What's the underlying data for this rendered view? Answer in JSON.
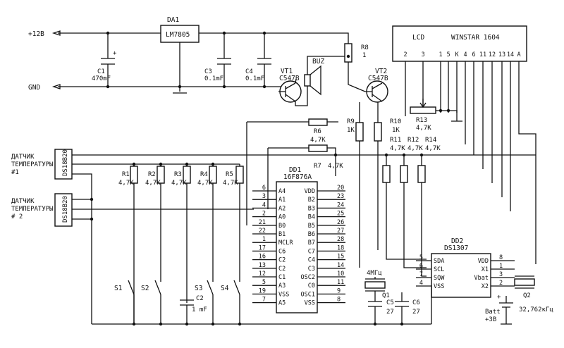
{
  "rails": {
    "vin": "+12В",
    "gnd": "GND"
  },
  "regulator": {
    "ref": "DA1",
    "part": "LM7805"
  },
  "caps": {
    "c1": {
      "ref": "C1",
      "value": "470mF",
      "plus": "+"
    },
    "c3": {
      "ref": "C3",
      "value": "0.1mF"
    },
    "c4": {
      "ref": "C4",
      "value": "0.1mF"
    },
    "c2": {
      "ref": "C2",
      "value": "1 mF"
    },
    "c5": {
      "ref": "C5",
      "value": "27"
    },
    "c6": {
      "ref": "C6",
      "value": "27"
    }
  },
  "buzzer": {
    "ref": "BUZ"
  },
  "transistors": {
    "vt1": {
      "ref": "VT1",
      "part": "C547B"
    },
    "vt2": {
      "ref": "VT2",
      "part": "C547B"
    }
  },
  "resistors": {
    "r8": {
      "ref": "R8",
      "value": "1"
    },
    "r1": {
      "ref": "R1",
      "value": "4,7K"
    },
    "r2": {
      "ref": "R2",
      "value": "4,7K"
    },
    "r3": {
      "ref": "R3",
      "value": "4,7K"
    },
    "r4": {
      "ref": "R4",
      "value": "4,7K"
    },
    "r5": {
      "ref": "R5",
      "value": "4,7K"
    },
    "r6": {
      "ref": "R6",
      "value": "4,7K"
    },
    "r7": {
      "ref": "R7",
      "value": "4,7K"
    },
    "r9": {
      "ref": "R9",
      "value": "1K"
    },
    "r10": {
      "ref": "R10",
      "value": "1K"
    },
    "r11": {
      "ref": "R11",
      "value": "4,7K"
    },
    "r12": {
      "ref": "R12",
      "value": "4,7K"
    },
    "r13": {
      "ref": "R13",
      "value": "4,7K"
    },
    "r14": {
      "ref": "R14",
      "value": "4,7K"
    }
  },
  "lcd": {
    "label": "LCD",
    "model": "WINSTAR 1604",
    "pins": [
      "2",
      "3",
      "1",
      "5",
      "K",
      "4",
      "6",
      "11",
      "12",
      "13",
      "14",
      "A"
    ]
  },
  "sensors": [
    {
      "label1": "ДАТЧИК",
      "label2": "ТЕМПЕРАТУРЫ",
      "label3": "#1",
      "part": "DS18B20"
    },
    {
      "label1": "ДАТЧИК",
      "label2": "ТЕМПЕРАТУРЫ",
      "label3": "# 2",
      "part": "DS18B20"
    }
  ],
  "mcu": {
    "ref": "DD1",
    "part": "16F876A",
    "left_pins": [
      {
        "num": "6",
        "name": "A4"
      },
      {
        "num": "3",
        "name": "A1"
      },
      {
        "num": "4",
        "name": "A2"
      },
      {
        "num": "2",
        "name": "A0"
      },
      {
        "num": "21",
        "name": "B0"
      },
      {
        "num": "22",
        "name": "B1"
      },
      {
        "num": "1",
        "name": "MCLR"
      },
      {
        "num": "17",
        "name": "C6"
      },
      {
        "num": "16",
        "name": "C2"
      },
      {
        "num": "13",
        "name": "C2"
      },
      {
        "num": "12",
        "name": "C1"
      },
      {
        "num": "5",
        "name": "A3"
      },
      {
        "num": "19",
        "name": "VSS"
      },
      {
        "num": "7",
        "name": "A5"
      }
    ],
    "right_pins": [
      {
        "num": "20",
        "name": "VDD"
      },
      {
        "num": "23",
        "name": "B2"
      },
      {
        "num": "24",
        "name": "B3"
      },
      {
        "num": "25",
        "name": "B4"
      },
      {
        "num": "26",
        "name": "B5"
      },
      {
        "num": "27",
        "name": "B6"
      },
      {
        "num": "28",
        "name": "B7"
      },
      {
        "num": "18",
        "name": "C7"
      },
      {
        "num": "15",
        "name": "C4"
      },
      {
        "num": "14",
        "name": "C3"
      },
      {
        "num": "10",
        "name": "OSC2"
      },
      {
        "num": "11",
        "name": "C0"
      },
      {
        "num": "9",
        "name": "OSC1"
      },
      {
        "num": "8",
        "name": "VSS"
      }
    ]
  },
  "rtc": {
    "ref": "DD2",
    "part": "DS1307",
    "left_pins": [
      {
        "num": "5",
        "name": "SDA"
      },
      {
        "num": "6",
        "name": "SCL"
      },
      {
        "num": "7",
        "name": "SQW"
      },
      {
        "num": "4",
        "name": "VSS"
      }
    ],
    "right_pins": [
      {
        "num": "8",
        "name": "VDD"
      },
      {
        "num": "1",
        "name": "X1"
      },
      {
        "num": "3",
        "name": "Vbat"
      },
      {
        "num": "2",
        "name": "X2"
      }
    ]
  },
  "crystals": {
    "q1": {
      "ref": "Q1",
      "freq": "4МГц"
    },
    "q2": {
      "ref": "Q2",
      "freq": "32,762кГц"
    }
  },
  "switches": [
    "S1",
    "S2",
    "S3",
    "S4"
  ],
  "battery": {
    "ref": "Batt",
    "voltage": "+3B",
    "plus": "+"
  }
}
